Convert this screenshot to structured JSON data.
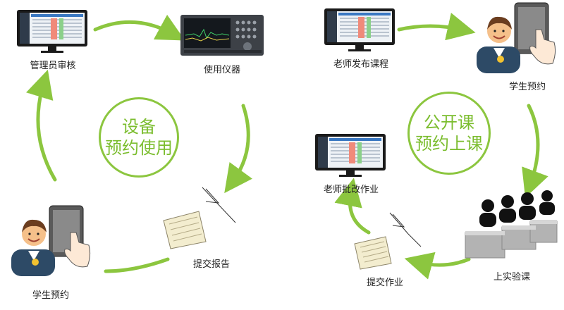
{
  "left_cycle": {
    "center_line1": "设备",
    "center_line2": "预约使用",
    "steps": [
      "管理员审核",
      "使用仪器",
      "提交报告",
      "学生预约"
    ]
  },
  "right_cycle": {
    "center_line1": "公开课",
    "center_line2": "预约上课",
    "steps": [
      "老师发布课程",
      "学生预约",
      "上实验课",
      "提交作业",
      "老师批改作业"
    ]
  },
  "colors": {
    "arrow": "#8cc63f",
    "hub_text": "#7bbd2e",
    "label": "#222222"
  }
}
